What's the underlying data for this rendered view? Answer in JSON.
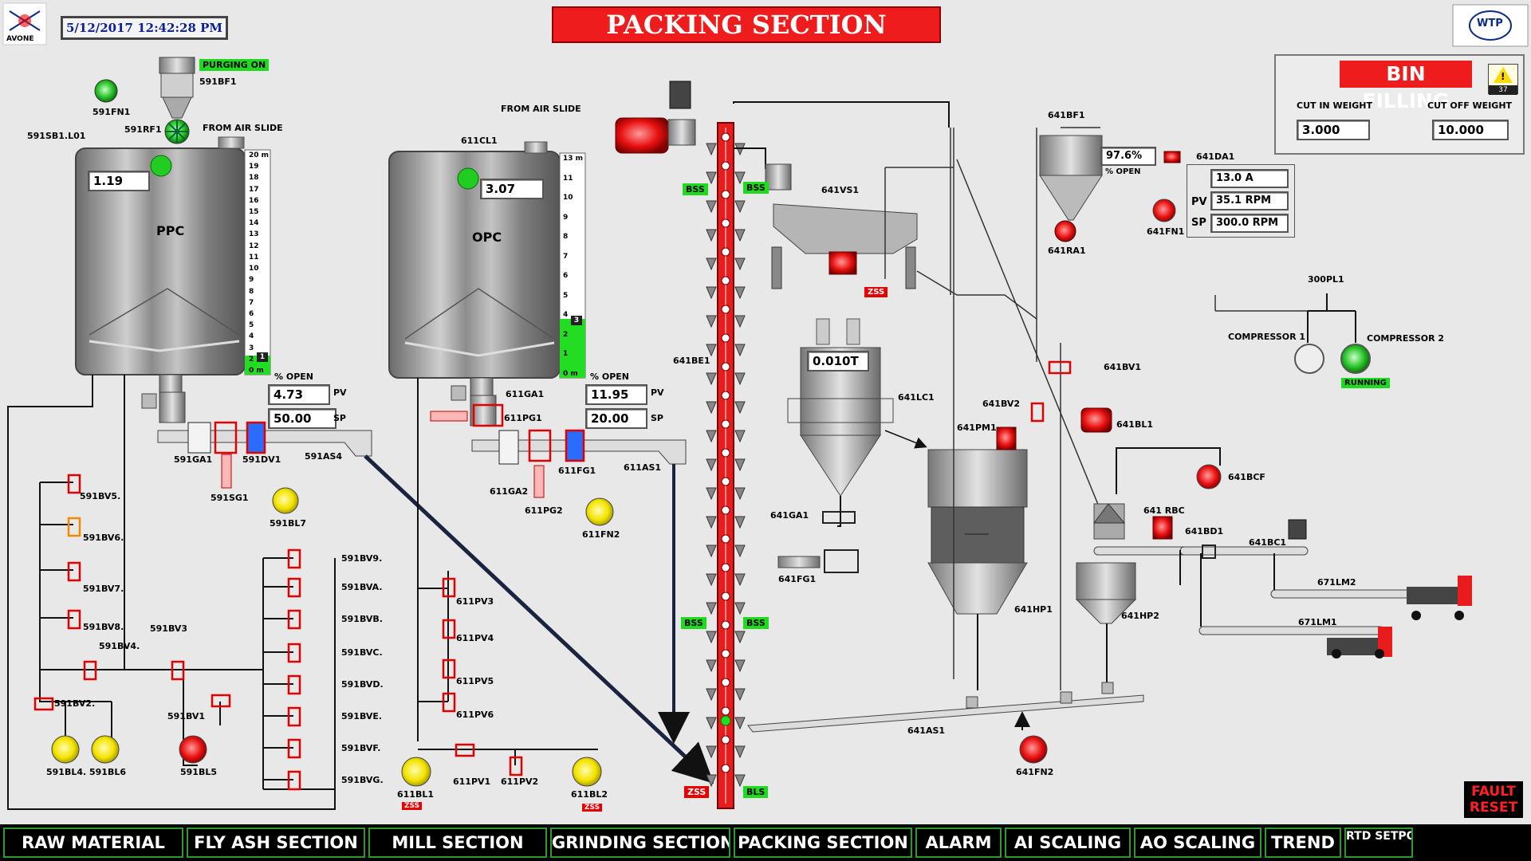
{
  "header": {
    "logo_text": "AVONE",
    "datetime": "5/12/2017 12:42:28 PM",
    "title": "PACKING SECTION",
    "logo_right_text": "WTP"
  },
  "bin_filling": {
    "title": "BIN FILLING",
    "alarm_count": "37",
    "cut_in_label": "CUT IN WEIGHT",
    "cut_in_value": "3.000",
    "cut_off_label": "CUT OFF WEIGHT",
    "cut_off_value": "10.000"
  },
  "ppc": {
    "name": "PPC",
    "level_value": "1.19",
    "level_indicator": "1",
    "fill_fraction": 0.05,
    "scale": [
      "20 m",
      "19",
      "18",
      "17",
      "16",
      "15",
      "14",
      "13",
      "12",
      "11",
      "10",
      "9",
      "8",
      "7",
      "6",
      "5",
      "4",
      "3",
      "2",
      "0 m"
    ],
    "pct_open_label": "% OPEN",
    "pv_value": "4.73",
    "sp_value": "50.00",
    "pv_label": "PV",
    "sp_label": "SP"
  },
  "opc": {
    "name": "OPC",
    "level_value": "3.07",
    "level_indicator": "3",
    "fill_fraction": 0.24,
    "scale": [
      "13 m",
      "11",
      "10",
      "9",
      "8",
      "7",
      "6",
      "5",
      "4",
      "2",
      "1",
      "0 m"
    ],
    "pct_open_label": "% OPEN",
    "pv_value": "11.95",
    "sp_value": "20.00",
    "pv_label": "PV",
    "sp_label": "SP"
  },
  "bf641": {
    "pct_open_value": "97.6%",
    "pct_open_label": "% OPEN",
    "current": "13.0 A",
    "pv_label": "PV",
    "pv_value": "35.1 RPM",
    "sp_label": "SP",
    "sp_value": "300.0 RPM"
  },
  "weigh": {
    "value": "0.010T"
  },
  "tags": {
    "purging": "PURGING ON",
    "bss": "BSS",
    "zss": "ZSS",
    "bls": "BLS",
    "running": "RUNNING"
  },
  "labels": {
    "591FN1": "591FN1",
    "591BF1": "591BF1",
    "591RF1": "591RF1",
    "from_air_slide_1": "FROM AIR SLIDE",
    "591SB1": "591SB1.L01",
    "591GA1": "591GA1",
    "591DV1": "591DV1",
    "591AS4": "591AS4",
    "591SG1": "591SG1",
    "591BL7": "591BL7",
    "591BV5": "591BV5.",
    "591BV6": "591BV6.",
    "591BV7": "591BV7.",
    "591BV8": "591BV8.",
    "591BV4": "591BV4.",
    "591BV3": "591BV3",
    "591BV2": "591BV2.",
    "591BV1": "591BV1",
    "591BL4": "591BL4.",
    "591BL6": "591BL6",
    "591BL5": "591BL5",
    "591BV9": "591BV9.",
    "591BVA": "591BVA.",
    "591BVB": "591BVB.",
    "591BVC": "591BVC.",
    "591BVD": "591BVD.",
    "591BVE": "591BVE.",
    "591BVF": "591BVF.",
    "591BVG": "591BVG.",
    "from_air_slide_2": "FROM AIR SLIDE",
    "611CL1": "611CL1",
    "611GA1": "611GA1",
    "611PG1": "611PG1",
    "611FG1": "611FG1",
    "611AS1": "611AS1",
    "611GA2": "611GA2",
    "611PG2": "611PG2",
    "611FN2": "611FN2",
    "611PV3": "611PV3",
    "611PV4": "611PV4",
    "611PV5": "611PV5",
    "611PV6": "611PV6",
    "611PV1": "611PV1",
    "611PV2": "611PV2",
    "611BL1": "611BL1",
    "611BL2": "611BL2",
    "641BE1": "641BE1",
    "641VS1": "641VS1",
    "641BF1": "641BF1",
    "641DA1": "641DA1",
    "641FN1": "641FN1",
    "641RA1": "641RA1",
    "641LC1": "641LC1",
    "641GA1": "641GA1",
    "641FG1": "641FG1",
    "641PM1": "641PM1",
    "641BV1": "641BV1",
    "641BV2": "641BV2",
    "641BL1": "641BL1",
    "641BCF": "641BCF",
    "641RBC": "641 RBC",
    "641BD1": "641BD1",
    "641BC1": "641BC1",
    "641HP1": "641HP1",
    "641HP2": "641HP2",
    "641AS1": "641AS1",
    "641FN2": "641FN2",
    "671LM2": "671LM2",
    "671LM1": "671LM1",
    "300PL1": "300PL1",
    "compressor1": "COMPRESSOR 1",
    "compressor2": "COMPRESSOR 2"
  },
  "fault_reset": {
    "line1": "FAULT",
    "line2": "RESET"
  },
  "nav": [
    {
      "label": "RAW MATERIAL"
    },
    {
      "label": "FLY ASH SECTION"
    },
    {
      "label": "MILL SECTION"
    },
    {
      "label": "GRINDING SECTION"
    },
    {
      "label": "PACKING SECTION"
    },
    {
      "label": "ALARM"
    },
    {
      "label": "AI SCALING"
    },
    {
      "label": "AO SCALING"
    },
    {
      "label": "TREND"
    },
    {
      "label": "RTD SETPOINT"
    }
  ],
  "colors": {
    "background": "#e8e8e8",
    "alarm_red": "#ee1c1c",
    "running_green": "#1ddc1d",
    "fan_yellow": "#f4e400",
    "nav_border": "#2a9a2a"
  },
  "icons": [
    "logo-icon",
    "warning-icon",
    "fan-icon",
    "motor-icon",
    "valve-icon",
    "truck-icon",
    "exit-door-icon"
  ]
}
